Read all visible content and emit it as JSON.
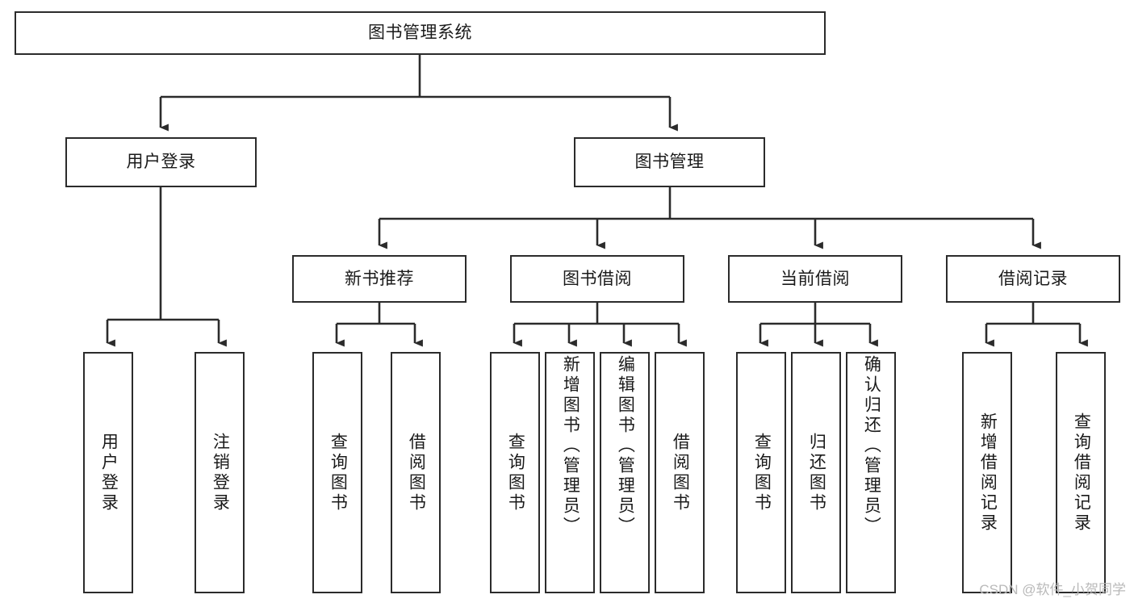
{
  "diagram": {
    "type": "tree-hierarchy",
    "orientation": "top-down",
    "watermark": "CSDN @软件_小贺同学",
    "colors": {
      "box_border": "#2b2b2b",
      "box_fill": "#ffffff",
      "connector": "#2b2b2b",
      "text": "#1a1a1a",
      "watermark": "#b9b9b9",
      "background": "#ffffff"
    },
    "root": {
      "id": "root",
      "label": "图书管理系统",
      "orientation": "horizontal"
    },
    "level2": [
      {
        "id": "user-login",
        "label": "用户登录",
        "orientation": "horizontal"
      },
      {
        "id": "book-management",
        "label": "图书管理",
        "orientation": "horizontal"
      }
    ],
    "level3": [
      {
        "id": "new-book-recommend",
        "label": "新书推荐",
        "orientation": "horizontal",
        "parent": "book-management"
      },
      {
        "id": "book-borrow",
        "label": "图书借阅",
        "orientation": "horizontal",
        "parent": "book-management"
      },
      {
        "id": "current-borrow",
        "label": "当前借阅",
        "orientation": "horizontal",
        "parent": "book-management"
      },
      {
        "id": "borrow-record",
        "label": "借阅记录",
        "orientation": "horizontal",
        "parent": "book-management"
      }
    ],
    "leaves": [
      {
        "id": "leaf-user-login",
        "label": "用户登录",
        "parent": "user-login",
        "align": "center"
      },
      {
        "id": "leaf-user-logout",
        "label": "注销登录",
        "parent": "user-login",
        "align": "center"
      },
      {
        "id": "leaf-query-book-1",
        "label": "查询图书",
        "parent": "new-book-recommend",
        "align": "center"
      },
      {
        "id": "leaf-borrow-book-1",
        "label": "借阅图书",
        "parent": "new-book-recommend",
        "align": "center"
      },
      {
        "id": "leaf-query-book-2",
        "label": "查询图书",
        "parent": "book-borrow",
        "align": "center"
      },
      {
        "id": "leaf-add-book",
        "label": "新增图书（管理员）",
        "parent": "book-borrow",
        "align": "top"
      },
      {
        "id": "leaf-edit-book",
        "label": "编辑图书（管理员）",
        "parent": "book-borrow",
        "align": "top"
      },
      {
        "id": "leaf-borrow-book-2",
        "label": "借阅图书",
        "parent": "book-borrow",
        "align": "center"
      },
      {
        "id": "leaf-query-book-3",
        "label": "查询图书",
        "parent": "current-borrow",
        "align": "center"
      },
      {
        "id": "leaf-return-book",
        "label": "归还图书",
        "parent": "current-borrow",
        "align": "center"
      },
      {
        "id": "leaf-confirm-return",
        "label": "确认归还（管理员）",
        "parent": "current-borrow",
        "align": "top"
      },
      {
        "id": "leaf-add-record",
        "label": "新增借阅记录",
        "parent": "borrow-record",
        "align": "center"
      },
      {
        "id": "leaf-query-record",
        "label": "查询借阅记录",
        "parent": "borrow-record",
        "align": "center"
      }
    ]
  }
}
